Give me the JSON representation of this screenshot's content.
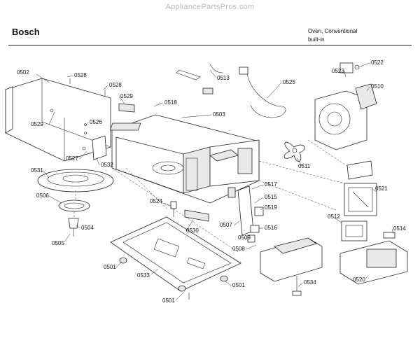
{
  "header": {
    "watermark": "AppliancePartsPros.com",
    "brand": "Bosch",
    "model_line1": "Oven, Conventional",
    "model_line2": "built-in"
  },
  "callouts": [
    "0502",
    "0528",
    "0528",
    "0529",
    "0529",
    "0526",
    "0518",
    "0513",
    "0522",
    "0523",
    "0510",
    "0525",
    "0503",
    "0527",
    "0532",
    "0531",
    "0506",
    "0504",
    "0505",
    "0524",
    "0530",
    "0517",
    "0515",
    "0519",
    "0516",
    "0509",
    "0507",
    "0508",
    "0511",
    "0521",
    "0512",
    "0514",
    "0520",
    "0501",
    "0533",
    "0501",
    "0501",
    "0534"
  ]
}
